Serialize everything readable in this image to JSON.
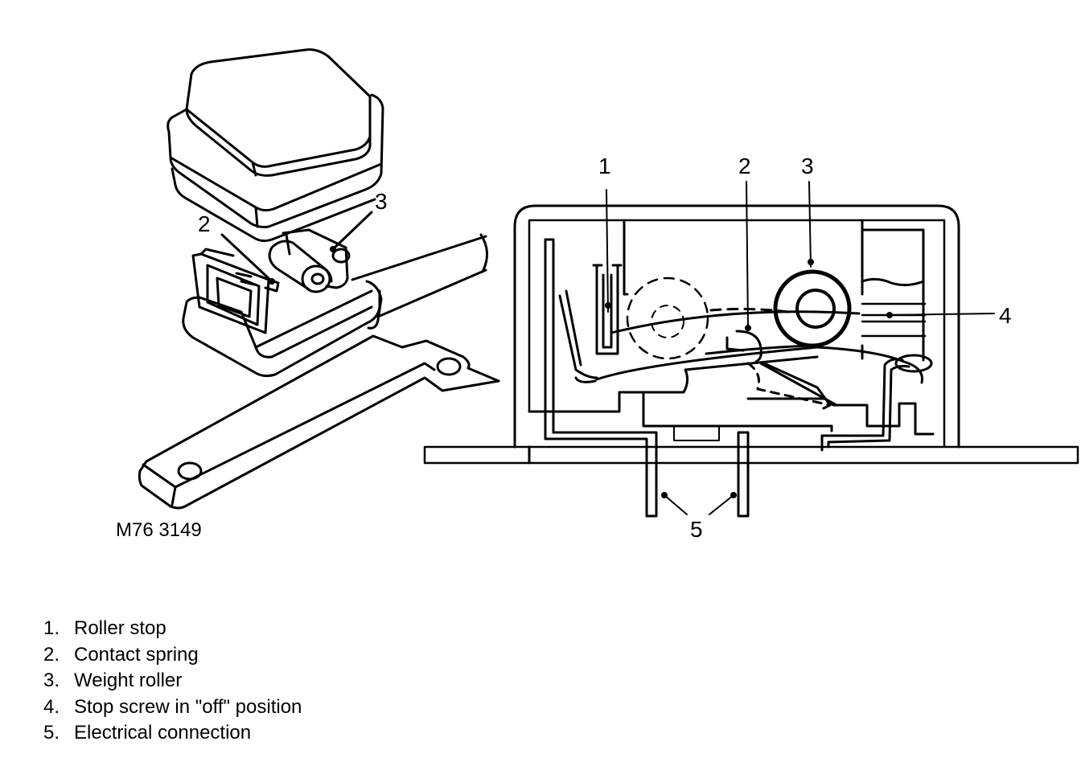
{
  "figure_code": "M76 3149",
  "callouts": {
    "left": {
      "c2": "2",
      "c3": "3"
    },
    "right": {
      "c1": "1",
      "c2": "2",
      "c3": "3",
      "c4": "4",
      "c5": "5"
    }
  },
  "legend": [
    {
      "number": "1.",
      "text": "Roller stop"
    },
    {
      "number": "2.",
      "text": "Contact spring"
    },
    {
      "number": "3.",
      "text": "Weight roller"
    },
    {
      "number": "4.",
      "text": "Stop screw in \"off\" position"
    },
    {
      "number": "5.",
      "text": "Electrical connection"
    }
  ]
}
